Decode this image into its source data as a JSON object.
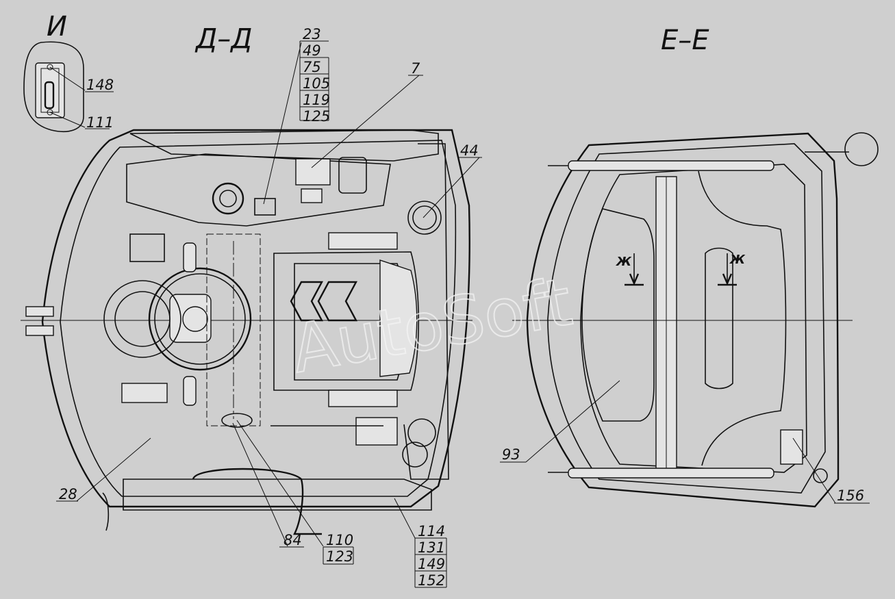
{
  "views": {
    "detail_i": "И",
    "section_d": "Д–Д",
    "section_e": "Е–Е"
  },
  "watermark": "AutoSoft",
  "cut_marks": {
    "left": "Ж",
    "right": "Ж"
  },
  "callouts": {
    "c148": "148",
    "c111": "111",
    "c7": "7",
    "c44": "44",
    "c28": "28",
    "c84": "84",
    "c93": "93",
    "c156": "156"
  },
  "stacks": {
    "top": [
      "23",
      "49",
      "75",
      "105",
      "119",
      "125"
    ],
    "mid": [
      "110",
      "123"
    ],
    "bottom": [
      "114",
      "131",
      "149",
      "152"
    ]
  }
}
